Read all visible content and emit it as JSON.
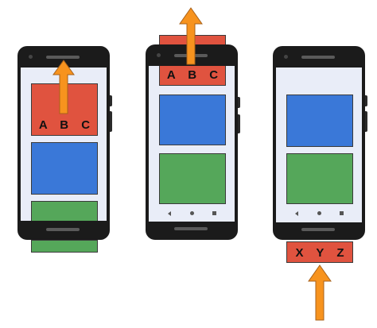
{
  "labels": {
    "phone1_box": "A B C",
    "phone2_box": "A B C",
    "phone3_box": "X Y Z"
  },
  "colors": {
    "red": "#e0533f",
    "blue": "#3a78d8",
    "green": "#55a75a",
    "arrow": "#f7931e",
    "screen": "#e9edf8",
    "phone": "#1b1b1b"
  },
  "icons": [
    "up-arrow-icon",
    "back-icon",
    "home-icon",
    "recents-icon"
  ]
}
